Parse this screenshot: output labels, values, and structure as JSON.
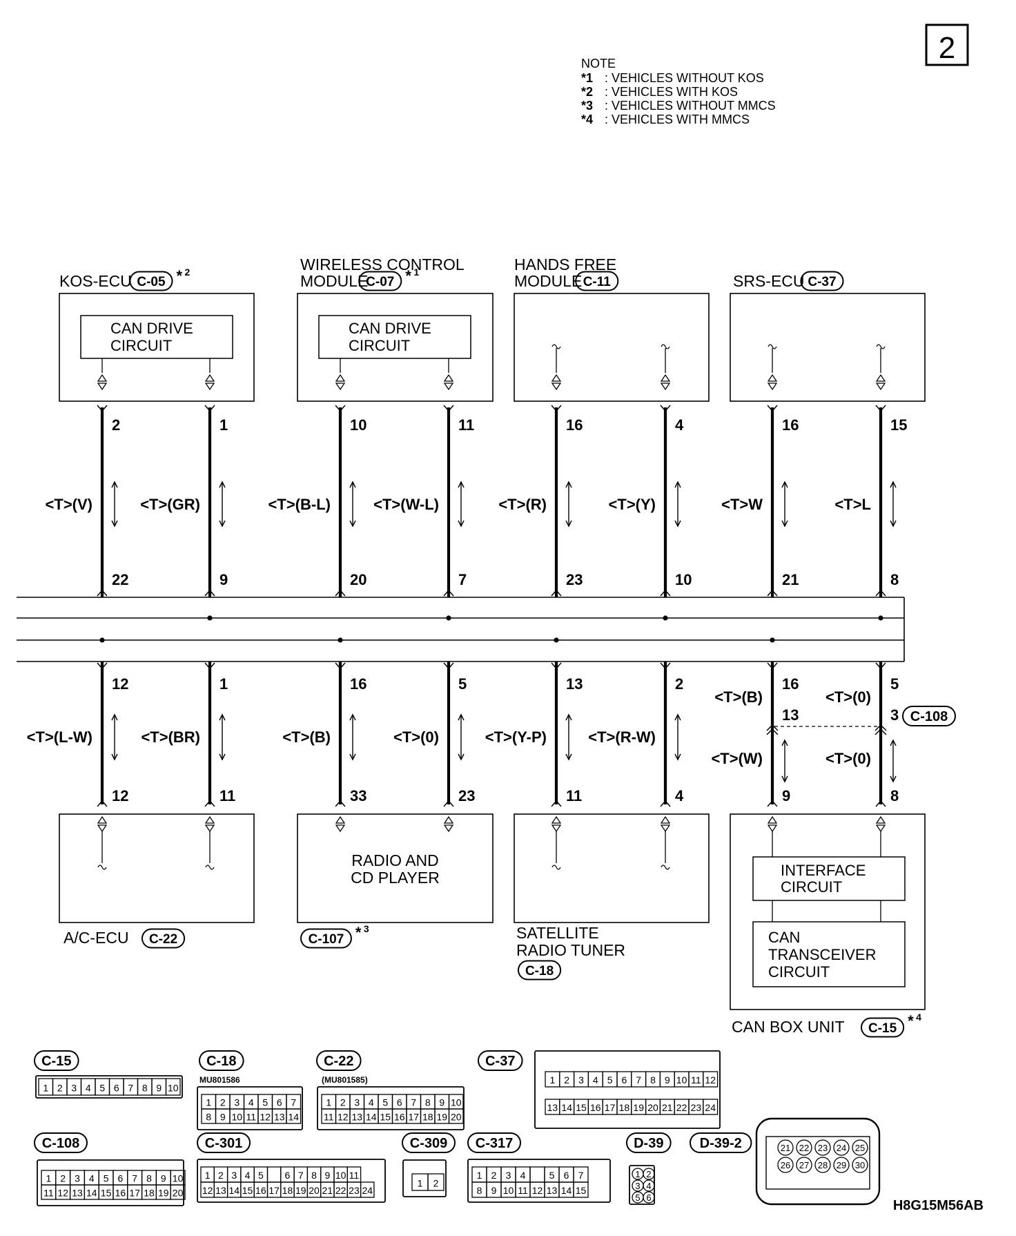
{
  "page_badge": "2",
  "note": {
    "title": "NOTE",
    "lines": [
      {
        "mark": "*1",
        "text": ": VEHICLES WITHOUT KOS"
      },
      {
        "mark": "*2",
        "text": ": VEHICLES WITH KOS"
      },
      {
        "mark": "*3",
        "text": ": VEHICLES WITHOUT MMCS"
      },
      {
        "mark": "*4",
        "text": ": VEHICLES WITH MMCS"
      }
    ]
  },
  "top_modules": [
    {
      "name_lines": [
        "KOS-ECU"
      ],
      "connector": "C-05",
      "mark": "2",
      "inner": [
        "CAN DRIVE",
        "CIRCUIT"
      ],
      "pins_top": [
        "2",
        "1"
      ],
      "wires": [
        "<T>(V)",
        "<T>(GR)"
      ],
      "pins_bottom": [
        "22",
        "9"
      ]
    },
    {
      "name_lines": [
        "WIRELESS CONTROL",
        "MODULE"
      ],
      "connector": "C-07",
      "mark": "1",
      "inner": [
        "CAN DRIVE",
        "CIRCUIT"
      ],
      "pins_top": [
        "10",
        "11"
      ],
      "wires": [
        "<T>(B-L)",
        "<T>(W-L)"
      ],
      "pins_bottom": [
        "20",
        "7"
      ]
    },
    {
      "name_lines": [
        "HANDS FREE",
        "MODULE"
      ],
      "connector": "C-11",
      "mark": "",
      "inner": [],
      "pins_top": [
        "16",
        "4"
      ],
      "wires": [
        "<T>(R)",
        "<T>(Y)"
      ],
      "pins_bottom": [
        "23",
        "10"
      ]
    },
    {
      "name_lines": [
        "SRS-ECU"
      ],
      "connector": "C-37",
      "mark": "",
      "inner": [],
      "pins_top": [
        "16",
        "15"
      ],
      "wires": [
        "<T>W",
        "<T>L"
      ],
      "pins_bottom": [
        "21",
        "8"
      ]
    }
  ],
  "bottom_modules": [
    {
      "name_lines": [
        "A/C-ECU"
      ],
      "connector": "C-22",
      "mark": "",
      "inner": [],
      "pins_top": [
        "12",
        "1"
      ],
      "wires": [
        "<T>(L-W)",
        "<T>(BR)"
      ],
      "pins_bottom": [
        "12",
        "11"
      ]
    },
    {
      "name_lines": [],
      "connector": "C-107",
      "mark": "3",
      "inner": [
        "RADIO AND",
        "CD PLAYER"
      ],
      "pins_top": [
        "16",
        "5"
      ],
      "wires": [
        "<T>(B)",
        "<T>(0)"
      ],
      "pins_bottom": [
        "33",
        "23"
      ]
    },
    {
      "name_lines": [
        "SATELLITE",
        "RADIO TUNER"
      ],
      "connector": "C-18",
      "mark": "",
      "inner": [],
      "pins_top": [
        "13",
        "2"
      ],
      "wires": [
        "<T>(Y-P)",
        "<T>(R-W)"
      ],
      "pins_bottom": [
        "11",
        "4"
      ]
    },
    {
      "name_lines": [
        "CAN BOX UNIT"
      ],
      "connector": "C-15",
      "mark": "4",
      "interface": [
        "INTERFACE",
        "CIRCUIT"
      ],
      "transceiver": [
        "CAN",
        "TRANSCEIVER",
        "CIRCUIT"
      ],
      "pins_top": [
        "16",
        "5"
      ],
      "wires_upper": [
        "<T>(B)",
        "<T>(0)"
      ],
      "mid_pins": [
        "13",
        "3"
      ],
      "mid_connector": "C-108",
      "wires_lower": [
        "<T>(W)",
        "<T>(0)"
      ],
      "pins_bottom": [
        "9",
        "8"
      ]
    }
  ],
  "connector_views": [
    {
      "label": "C-15",
      "part_no": "",
      "rows": [
        [
          "1",
          "2",
          "3",
          "4",
          "5",
          "6",
          "7",
          "8",
          "9",
          "10"
        ]
      ]
    },
    {
      "label": "C-18",
      "part_no": "MU801586",
      "rows": [
        [
          "1",
          "2",
          "3",
          "4",
          "5",
          "6",
          "7"
        ],
        [
          "8",
          "9",
          "10",
          "11",
          "12",
          "13",
          "14"
        ]
      ]
    },
    {
      "label": "C-22",
      "part_no": "(MU801585)",
      "rows": [
        [
          "1",
          "2",
          "3",
          "4",
          "5",
          "6",
          "7",
          "8",
          "9",
          "10"
        ],
        [
          "11",
          "12",
          "13",
          "14",
          "15",
          "16",
          "17",
          "18",
          "19",
          "20"
        ]
      ]
    },
    {
      "label": "C-37",
      "part_no": "",
      "rows": [
        [
          "1",
          "2",
          "3",
          "4",
          "5",
          "6",
          "7",
          "8",
          "9",
          "10",
          "11",
          "12"
        ],
        [
          "13",
          "14",
          "15",
          "16",
          "17",
          "18",
          "19",
          "20",
          "21",
          "22",
          "23",
          "24"
        ]
      ]
    },
    {
      "label": "C-108",
      "part_no": "",
      "rows": [
        [
          "1",
          "2",
          "3",
          "4",
          "5",
          "6",
          "7",
          "8",
          "9",
          "10"
        ],
        [
          "11",
          "12",
          "13",
          "14",
          "15",
          "16",
          "17",
          "18",
          "19",
          "20"
        ]
      ]
    },
    {
      "label": "C-301",
      "part_no": "",
      "rows": [
        [
          "1",
          "2",
          "3",
          "4",
          "5",
          "",
          "6",
          "7",
          "8",
          "9",
          "10",
          "11"
        ],
        [
          "12",
          "13",
          "14",
          "15",
          "16",
          "17",
          "18",
          "19",
          "20",
          "21",
          "22",
          "23",
          "24"
        ]
      ]
    },
    {
      "label": "C-309",
      "part_no": "",
      "rows": [
        [
          "1",
          "2"
        ]
      ]
    },
    {
      "label": "C-317",
      "part_no": "",
      "rows": [
        [
          "1",
          "2",
          "3",
          "4",
          "",
          "5",
          "6",
          "7"
        ],
        [
          "8",
          "9",
          "10",
          "11",
          "12",
          "13",
          "14",
          "15"
        ]
      ]
    },
    {
      "label": "D-39",
      "part_no": "",
      "rows": [
        [
          "1",
          "2"
        ],
        [
          "3",
          "4"
        ],
        [
          "5",
          "6"
        ]
      ]
    },
    {
      "label": "D-39-2",
      "part_no": "",
      "rows": [
        [
          "21",
          "22",
          "23",
          "24",
          "25"
        ],
        [
          "26",
          "27",
          "28",
          "29",
          "30"
        ]
      ]
    }
  ],
  "figure_code": "H8G15M56AB"
}
